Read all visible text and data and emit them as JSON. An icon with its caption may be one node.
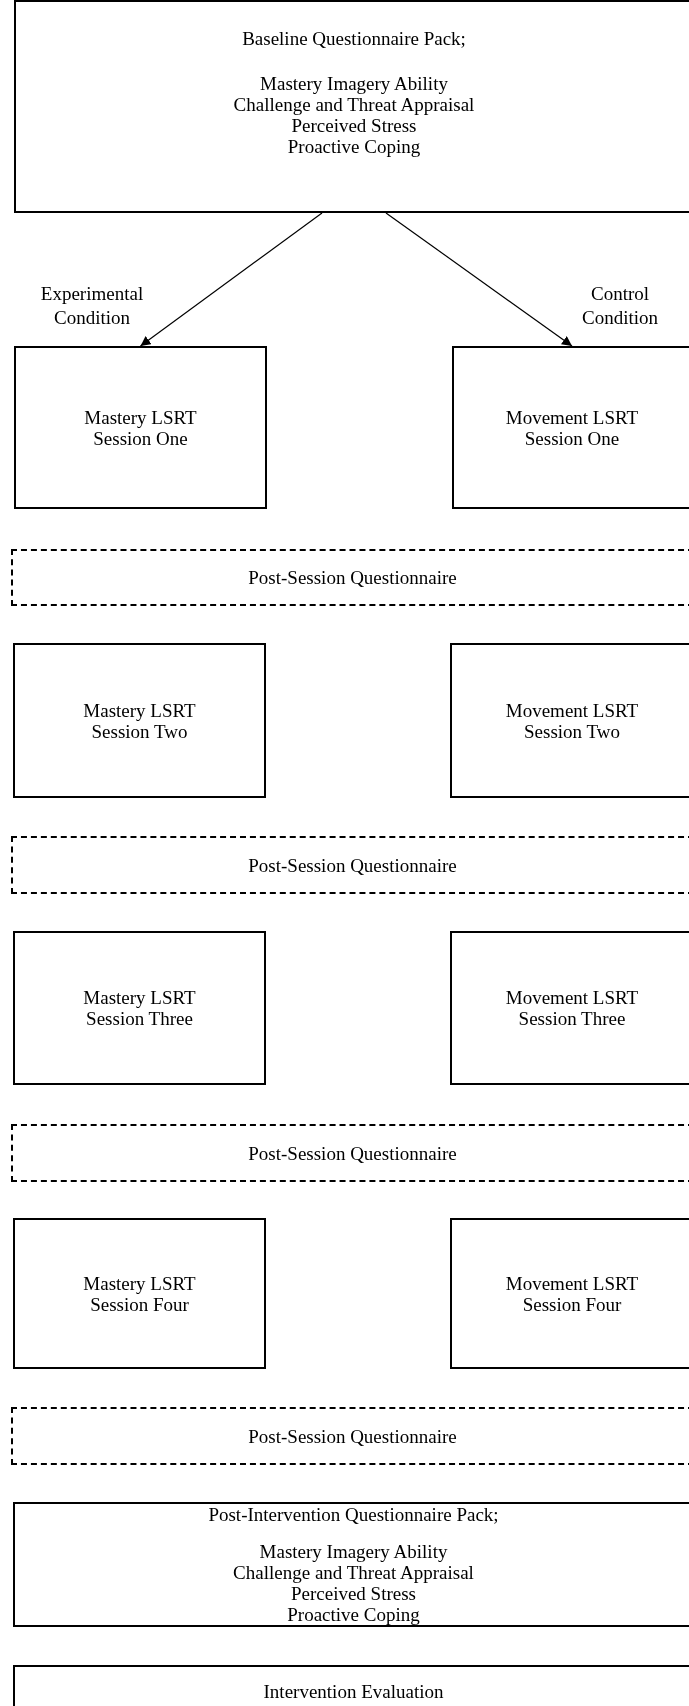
{
  "diagram": {
    "nodes": [
      {
        "text": [
          "Baseline Questionnaire Pack;",
          "Mastery Imagery Ability",
          "Challenge and Threat Appraisal",
          "Perceived Stress",
          "Proactive Coping"
        ]
      },
      {
        "text": [
          "Mastery LSRT Session One"
        ]
      },
      {
        "text": [
          "Movement LSRT Session One"
        ]
      },
      {
        "text": [
          "Post-Session Questionnaire"
        ]
      },
      {
        "text": [
          "Mastery LSRT Session Two"
        ]
      },
      {
        "text": [
          "Movement LSRT Session Two"
        ]
      },
      {
        "text": [
          "Post-Session Questionnaire"
        ]
      },
      {
        "text": [
          "Mastery LSRT Session Three"
        ]
      },
      {
        "text": [
          "Movement LSRT Session Three"
        ]
      },
      {
        "text": [
          "Post-Session Questionnaire"
        ]
      },
      {
        "text": [
          "Mastery LSRT Session Four"
        ]
      },
      {
        "text": [
          "Movement LSRT Session Four"
        ]
      },
      {
        "text": [
          "Post-Session Questionnaire"
        ]
      },
      {
        "text": [
          "Post-Intervention Questionnaire Pack;",
          "Mastery Imagery Ability",
          "Challenge and Threat Appraisal",
          "Perceived Stress",
          "Proactive Coping"
        ]
      },
      {
        "text": [
          "Intervention Evaluation"
        ]
      }
    ],
    "edges": [
      {
        "from": 0,
        "to": 1,
        "arrow": "to",
        "label": "Experimental Condition"
      },
      {
        "from": 0,
        "to": 2,
        "arrow": "to",
        "label": "Control Condition"
      }
    ]
  }
}
